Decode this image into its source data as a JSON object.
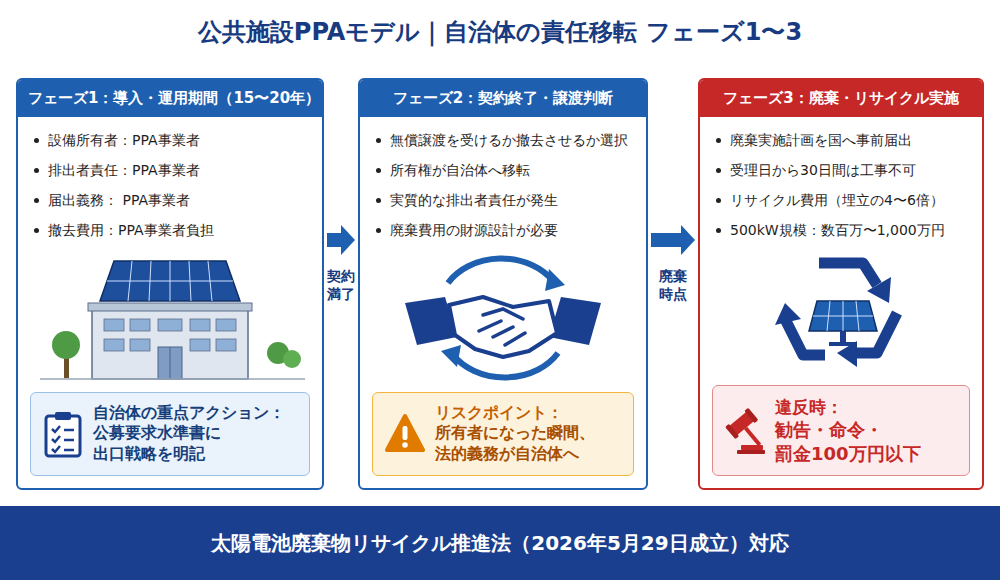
{
  "diagram": {
    "title": "公共施設PPAモデル｜自治体の責任移転 フェーズ1〜3",
    "caption": "太陽電池廃棄物リサイクル推進法（2026年5月29日成立）対応",
    "nodes": [
      {
        "text": [
          "フェーズ1：導入・運用期間（15〜20年）",
          "設備所有者：PPA事業者",
          "排出者責任：PPA事業者",
          "届出義務： PPA事業者",
          "撤去費用：PPA事業者負担"
        ]
      },
      {
        "text": [
          "自治体の重点アクション：",
          "公募要求水準書に 出口戦略を明記"
        ],
        "in": 0
      },
      {
        "text": [
          "フェーズ2：契約終了・譲渡判断",
          "無償譲渡を受けるか撤去させるか選択",
          "所有権が自治体へ移転",
          "実質的な排出者責任が発生",
          "廃棄費用の財源設計が必要"
        ]
      },
      {
        "text": [
          "リスクポイント：",
          "所有者になった瞬間、 法的義務が自治体へ"
        ],
        "in": 2
      },
      {
        "text": [
          "フェーズ3：廃棄・リサイクル実施",
          "廃棄実施計画を国へ事前届出",
          "受理日から30日間は工事不可",
          "リサイクル費用（埋立の4〜6倍）",
          "500kW規模：数百万〜1,000万円"
        ]
      },
      {
        "text": [
          "違反時：",
          "勧告・命令・ 罰金100万円以下"
        ],
        "in": 4
      }
    ],
    "edges": [
      {
        "from": 0,
        "to": 2,
        "label": "契約 満了",
        "arrow": "to"
      },
      {
        "from": 2,
        "to": 4,
        "label": "廃棄 時点",
        "arrow": "to"
      }
    ]
  }
}
